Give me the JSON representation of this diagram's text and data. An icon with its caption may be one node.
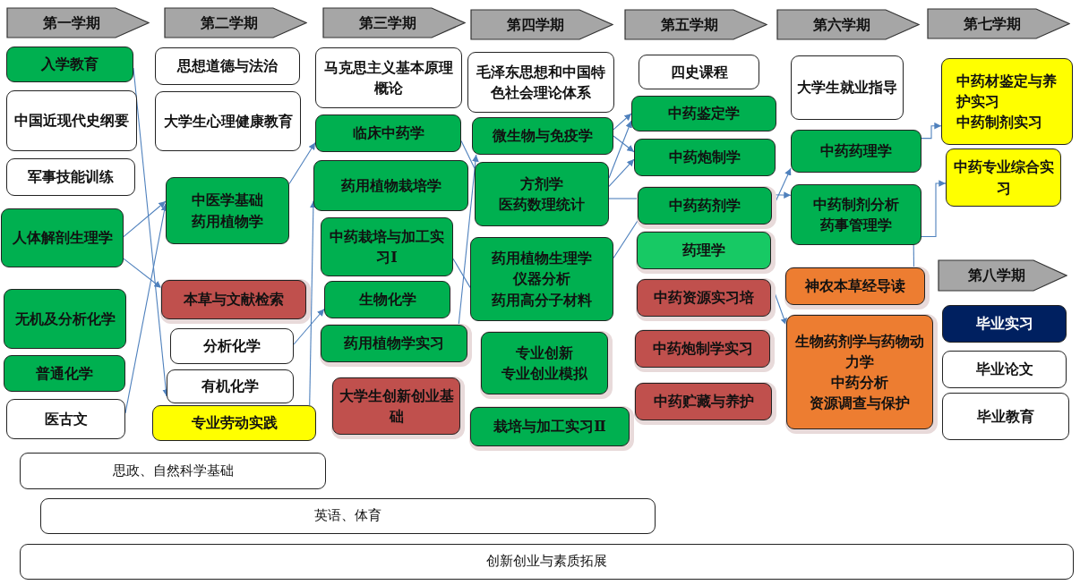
{
  "diagram": {
    "nodes": [
      {
        "text": [
          "第一学期"
        ]
      },
      {
        "text": [
          "入学教育"
        ]
      },
      {
        "text": [
          "中国近现代史纲要"
        ]
      },
      {
        "text": [
          "军事技能训练"
        ]
      },
      {
        "text": [
          "人体解剖生理学"
        ]
      },
      {
        "text": [
          "无机及分析化学"
        ]
      },
      {
        "text": [
          "普通化学"
        ]
      },
      {
        "text": [
          "医古文"
        ]
      },
      {
        "text": [
          "第二学期"
        ]
      },
      {
        "text": [
          "思想道德与法治"
        ]
      },
      {
        "text": [
          "大学生心理健康教育"
        ]
      },
      {
        "text": [
          "中医学基础",
          "药用植物学"
        ]
      },
      {
        "text": [
          "本草与文献检索"
        ]
      },
      {
        "text": [
          "分析化学"
        ]
      },
      {
        "text": [
          "有机化学"
        ]
      },
      {
        "text": [
          "专业劳动实践"
        ]
      },
      {
        "text": [
          "第三学期"
        ]
      },
      {
        "text": [
          "马克思主义基本原理概论"
        ]
      },
      {
        "text": [
          "临床中药学"
        ]
      },
      {
        "text": [
          "药用植物栽培学"
        ]
      },
      {
        "text": [
          "中药栽培与加工实习Ⅰ"
        ]
      },
      {
        "text": [
          "生物化学"
        ]
      },
      {
        "text": [
          "药用植物学实习"
        ]
      },
      {
        "text": [
          "大学生创新创业基础"
        ]
      },
      {
        "text": [
          "第四学期"
        ]
      },
      {
        "text": [
          "毛泽东思想和中国特色社会理论体系"
        ]
      },
      {
        "text": [
          "微生物与免疫学"
        ]
      },
      {
        "text": [
          "方剂学",
          "医药数理统计"
        ]
      },
      {
        "text": [
          "药用植物生理学",
          "仪器分析",
          "药用高分子材料"
        ]
      },
      {
        "text": [
          "专业创新",
          "专业创业模拟"
        ]
      },
      {
        "text": [
          "栽培与加工实习Ⅱ"
        ]
      },
      {
        "text": [
          "第五学期"
        ]
      },
      {
        "text": [
          "四史课程"
        ]
      },
      {
        "text": [
          "中药鉴定学"
        ]
      },
      {
        "text": [
          "中药炮制学"
        ]
      },
      {
        "text": [
          "中药药剂学"
        ]
      },
      {
        "text": [
          "药理学"
        ]
      },
      {
        "text": [
          "中药资源实习培"
        ]
      },
      {
        "text": [
          "中药炮制学实习"
        ]
      },
      {
        "text": [
          "中药贮藏与养护"
        ]
      },
      {
        "text": [
          "第六学期"
        ]
      },
      {
        "text": [
          "大学生就业指导"
        ]
      },
      {
        "text": [
          "中药药理学"
        ]
      },
      {
        "text": [
          "中药制剂分析",
          "药事管理学"
        ]
      },
      {
        "text": [
          "神农本草经导读"
        ]
      },
      {
        "text": [
          "生物药剂学与药物动力学",
          "中药分析",
          "资源调查与保护"
        ]
      },
      {
        "text": [
          "第七学期"
        ]
      },
      {
        "text": [
          "中药材鉴定与养护实习",
          "中药制剂实习"
        ]
      },
      {
        "text": [
          "中药专业综合实习"
        ]
      },
      {
        "text": [
          "第八学期"
        ]
      },
      {
        "text": [
          "毕业实习"
        ]
      },
      {
        "text": [
          "毕业论文"
        ]
      },
      {
        "text": [
          "毕业教育"
        ]
      },
      {
        "text": [
          "思政、自然科学基础"
        ]
      },
      {
        "text": [
          "英语、体育"
        ]
      },
      {
        "text": [
          "创新创业与素质拓展"
        ]
      }
    ],
    "edges": [
      {
        "from": 1,
        "to": 14,
        "arrow": "to"
      },
      {
        "from": 4,
        "to": 11,
        "arrow": "to"
      },
      {
        "from": 4,
        "to": 12,
        "arrow": "to"
      },
      {
        "from": 7,
        "to": 11,
        "arrow": "to"
      },
      {
        "from": 11,
        "to": 18,
        "arrow": "to"
      },
      {
        "from": 15,
        "to": 19,
        "arrow": "to"
      },
      {
        "from": 13,
        "to": 21,
        "arrow": "to"
      },
      {
        "from": 22,
        "to": 26,
        "arrow": "to"
      },
      {
        "from": 18,
        "to": 27,
        "arrow": "none"
      },
      {
        "from": 20,
        "to": 28,
        "arrow": "none"
      },
      {
        "from": 26,
        "to": 33,
        "arrow": "to"
      },
      {
        "from": 26,
        "to": 34,
        "arrow": "to"
      },
      {
        "from": 27,
        "to": 33,
        "arrow": "to"
      },
      {
        "from": 27,
        "to": 34,
        "arrow": "to"
      },
      {
        "from": 27,
        "to": 35,
        "arrow": "none"
      },
      {
        "from": 28,
        "to": 35,
        "arrow": "none"
      },
      {
        "from": 35,
        "to": 43,
        "arrow": "to"
      },
      {
        "from": 35,
        "to": 42,
        "arrow": "to"
      },
      {
        "from": 37,
        "to": 45,
        "arrow": "to"
      },
      {
        "from": 42,
        "to": 47,
        "arrow": "to"
      },
      {
        "from": 43,
        "to": 48,
        "arrow": "to"
      },
      {
        "from": 44,
        "to": 43,
        "arrow": "none"
      }
    ]
  }
}
